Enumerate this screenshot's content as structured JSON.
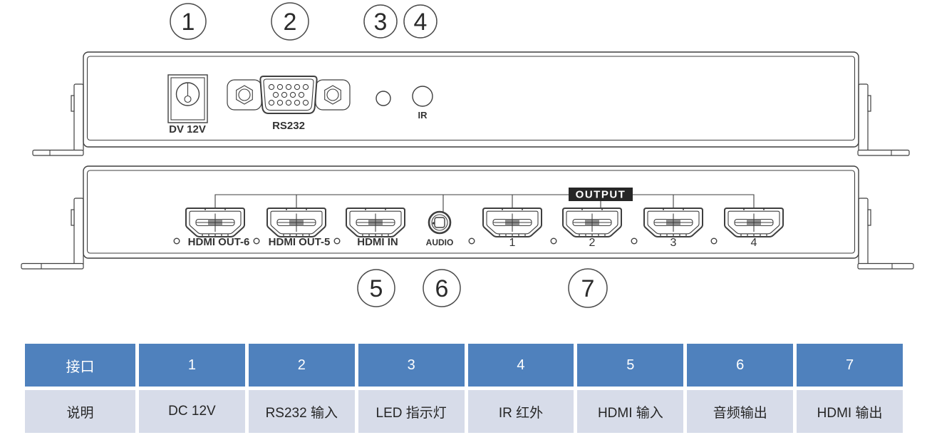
{
  "diagram": {
    "callouts": [
      "1",
      "2",
      "3",
      "4",
      "5",
      "6",
      "7"
    ],
    "top_panel": {
      "dc_label": "DV 12V",
      "rs232_label": "RS232",
      "ir_label": "IR"
    },
    "bottom_panel": {
      "output_tag": "OUTPUT",
      "port_labels": [
        "HDMI OUT-6",
        "HDMI OUT-5",
        "HDMI IN",
        "AUDIO",
        "1",
        "2",
        "3",
        "4"
      ]
    }
  },
  "table": {
    "rows": [
      {
        "header": "接口",
        "cells": [
          "1",
          "2",
          "3",
          "4",
          "5",
          "6",
          "7"
        ]
      },
      {
        "header": "说明",
        "cells": [
          "DC 12V",
          "RS232 输入",
          "LED 指示灯",
          "IR 红外",
          "HDMI 输入",
          "音频输出",
          "HDMI 输出"
        ]
      }
    ]
  },
  "colors": {
    "line": "#3f3f3f",
    "table_header_bg": "#4f81bd",
    "table_row_bg": "#d7dce9",
    "table_header_text": "#ffffff",
    "table_row_text": "#262626",
    "output_tag_bg": "#262626",
    "output_tag_text": "#ffffff"
  }
}
